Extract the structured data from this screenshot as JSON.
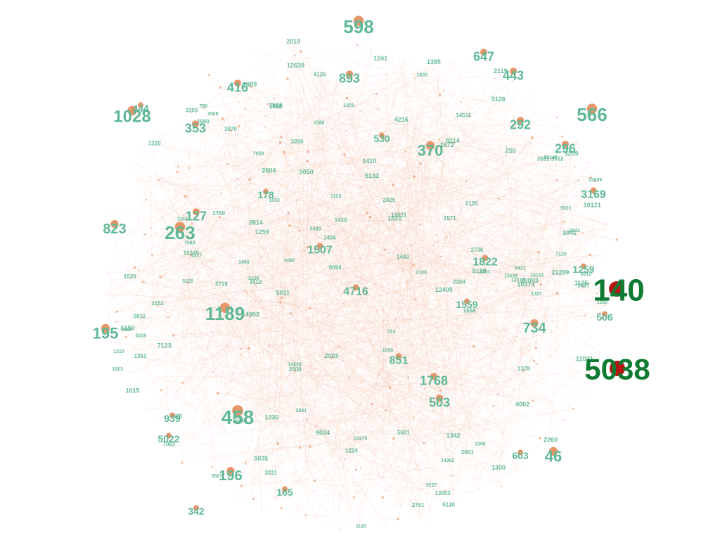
{
  "colors": {
    "background": "#ffffff",
    "edge": "#f0a080",
    "node_small": "#e8956a",
    "node_hub": "#b81414",
    "label_small": "#5fb894",
    "label_hub": "#0f7a32"
  },
  "graph": {
    "hubs": [
      {
        "id": "140",
        "level": "major"
      },
      {
        "id": "5038",
        "level": "major"
      },
      {
        "id": "598",
        "level": "minor"
      },
      {
        "id": "1028",
        "level": "minor"
      },
      {
        "id": "566",
        "level": "minor"
      },
      {
        "id": "370",
        "level": "minor"
      },
      {
        "id": "263",
        "level": "minor"
      },
      {
        "id": "1189",
        "level": "minor"
      },
      {
        "id": "458",
        "level": "minor"
      },
      {
        "id": "195",
        "level": "minor"
      },
      {
        "id": "823",
        "level": "minor"
      },
      {
        "id": "416",
        "level": "minor"
      },
      {
        "id": "353",
        "level": "minor"
      },
      {
        "id": "893",
        "level": "minor"
      },
      {
        "id": "647",
        "level": "minor"
      },
      {
        "id": "443",
        "level": "minor"
      },
      {
        "id": "292",
        "level": "minor"
      },
      {
        "id": "296",
        "level": "minor"
      },
      {
        "id": "734",
        "level": "minor"
      },
      {
        "id": "1768",
        "level": "minor"
      },
      {
        "id": "1822",
        "level": "minor"
      },
      {
        "id": "851",
        "level": "minor"
      },
      {
        "id": "503",
        "level": "minor"
      },
      {
        "id": "46",
        "level": "minor"
      },
      {
        "id": "196",
        "level": "minor"
      },
      {
        "id": "5022",
        "level": "minor"
      },
      {
        "id": "4716",
        "level": "minor"
      },
      {
        "id": "127",
        "level": "minor"
      },
      {
        "id": "1507",
        "level": "minor"
      },
      {
        "id": "3169",
        "level": "minor"
      },
      {
        "id": "1259",
        "level": "minor"
      },
      {
        "id": "1559",
        "level": "minor"
      },
      {
        "id": "939",
        "level": "minor"
      },
      {
        "id": "603",
        "level": "minor"
      },
      {
        "id": "506",
        "level": "minor"
      },
      {
        "id": "342",
        "level": "minor"
      },
      {
        "id": "165",
        "level": "minor"
      },
      {
        "id": "178",
        "level": "minor"
      },
      {
        "id": "530",
        "level": "minor"
      },
      {
        "id": "444",
        "level": "minor"
      }
    ],
    "small_labels": [
      "1823",
      "3870",
      "1672",
      "2130",
      "10245",
      "5126",
      "3412",
      "2736",
      "1152",
      "3311",
      "21289",
      "2141",
      "1627",
      "7123",
      "5118",
      "2604",
      "1224",
      "12009",
      "2600",
      "2008",
      "12318",
      "1571",
      "1241",
      "1889",
      "12478",
      "3200",
      "10121",
      "14528",
      "2100",
      "1378",
      "780",
      "8214",
      "2264",
      "2003",
      "14902",
      "5023",
      "12639",
      "4126",
      "3260",
      "4620",
      "8421",
      "3209",
      "2761",
      "1580",
      "9024",
      "2814",
      "1410",
      "1558",
      "7568",
      "2801",
      "1342",
      "28142",
      "12409",
      "13003",
      "2719",
      "5021",
      "1353",
      "2019",
      "5018",
      "5011",
      "5050",
      "2260",
      "6094",
      "1300",
      "6150",
      "7120",
      "5126",
      "3527",
      "1020",
      "4082",
      "1460",
      "1250",
      "2800",
      "1327",
      "2025",
      "1420",
      "5132",
      "1426",
      "1520",
      "2119",
      "1120",
      "5035",
      "13535",
      "1385",
      "3041",
      "4002",
      "10201",
      "2631",
      "1259",
      "1822",
      "14362",
      "7082",
      "2001",
      "1443",
      "250",
      "1030",
      "2760",
      "1123",
      "3512",
      "5227",
      "5433",
      "12021",
      "1217",
      "10374",
      "14131",
      "1300",
      "2100",
      "4216",
      "1015",
      "7050",
      "20083",
      "5601",
      "314",
      "1125",
      "1220",
      "1531",
      "1053",
      "1310",
      "1001",
      "1153",
      "7083",
      "1620",
      "1050",
      "3010",
      "5120",
      "4251",
      "5011",
      "14511",
      "12021"
    ]
  }
}
